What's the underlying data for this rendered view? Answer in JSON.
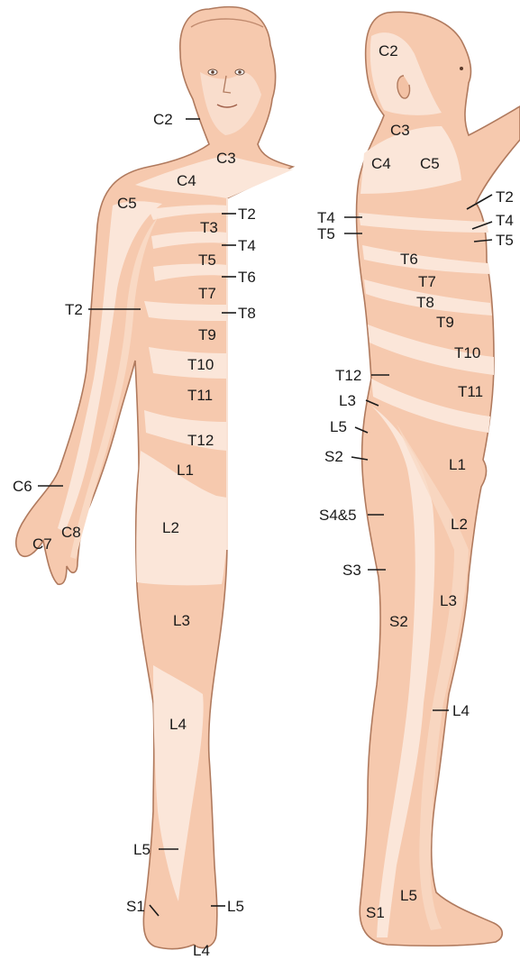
{
  "colors": {
    "skin": "#f6c9ae",
    "light_band": "#fbe6d9",
    "outline": "#b07a5e",
    "label_text": "#1a1a1a"
  },
  "front_view": {
    "labels": {
      "c2": "C2",
      "c3": "C3",
      "c4": "C4",
      "c5": "C5",
      "t2_right": "T2",
      "t3": "T3",
      "t4": "T4",
      "t5": "T5",
      "t6": "T6",
      "t7": "T7",
      "t8": "T8",
      "t9": "T9",
      "t10": "T10",
      "t11": "T11",
      "t12": "T12",
      "t2_arm": "T2",
      "c6": "C6",
      "c7": "C7",
      "c8": "C8",
      "l1": "L1",
      "l2": "L2",
      "l3": "L3",
      "l4": "L4",
      "l5": "L5",
      "s1": "S1",
      "l5_foot": "L5",
      "l4_foot": "L4"
    }
  },
  "side_view": {
    "labels": {
      "c2": "C2",
      "c3": "C3",
      "c4": "C4",
      "c5": "C5",
      "t2": "T2",
      "t4_left": "T4",
      "t5_left": "T5",
      "t4_right": "T4",
      "t5_right": "T5",
      "t6": "T6",
      "t7": "T7",
      "t8": "T8",
      "t9": "T9",
      "t10": "T10",
      "t11": "T11",
      "t12": "T12",
      "l3_hip": "L3",
      "l5_hip": "L5",
      "s2_hip": "S2",
      "s4s5": "S4&5",
      "s3": "S3",
      "l1": "L1",
      "l2": "L2",
      "l3": "L3",
      "s2": "S2",
      "l4": "L4",
      "l5": "L5",
      "s1": "S1"
    }
  }
}
